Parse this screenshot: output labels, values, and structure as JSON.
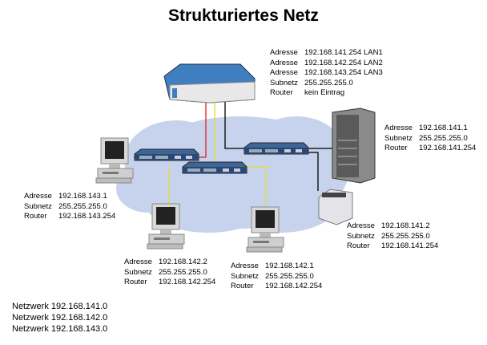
{
  "title": "Strukturiertes Netz",
  "router": {
    "rows": [
      {
        "label": "Adresse",
        "value": "192.168.141.254 LAN1"
      },
      {
        "label": "Adresse",
        "value": "192.168.142.254 LAN2"
      },
      {
        "label": "Adresse",
        "value": "192.168.143.254 LAN3"
      },
      {
        "label": "Subnetz",
        "value": "255.255.255.0"
      },
      {
        "label": "Router",
        "value": "kein Eintrag"
      }
    ]
  },
  "server": {
    "rows": [
      {
        "label": "Adresse",
        "value": "192.168.141.1"
      },
      {
        "label": "Subnetz",
        "value": "255.255.255.0"
      },
      {
        "label": "Router",
        "value": "192.168.141.254"
      }
    ]
  },
  "pc_left": {
    "rows": [
      {
        "label": "Adresse",
        "value": "192.168.143.1"
      },
      {
        "label": "Subnetz",
        "value": "255.255.255.0"
      },
      {
        "label": "Router",
        "value": "192.168.143.254"
      }
    ]
  },
  "printer": {
    "rows": [
      {
        "label": "Adresse",
        "value": "192.168.141.2"
      },
      {
        "label": "Subnetz",
        "value": "255.255.255.0"
      },
      {
        "label": "Router",
        "value": "192.168.141.254"
      }
    ]
  },
  "pc_bottom_left": {
    "rows": [
      {
        "label": "Adresse",
        "value": "192.168.142.2"
      },
      {
        "label": "Subnetz",
        "value": "255.255.255.0"
      },
      {
        "label": "Router",
        "value": "192.168.142.254"
      }
    ]
  },
  "pc_bottom_right": {
    "rows": [
      {
        "label": "Adresse",
        "value": "192.168.142.1"
      },
      {
        "label": "Subnetz",
        "value": "255.255.255.0"
      },
      {
        "label": "Router",
        "value": "192.168.142.254"
      }
    ]
  },
  "networks": [
    "Netzwerk 192.168.141.0",
    "Netzwerk 192.168.142.0",
    "Netzwerk 192.168.143.0"
  ],
  "colors": {
    "cloud": "#c7d3ec",
    "lan1": "#000000",
    "lan2": "#f0e640",
    "lan3": "#e02020",
    "router": "#3f7fc0",
    "switch": "#2e4f78"
  }
}
